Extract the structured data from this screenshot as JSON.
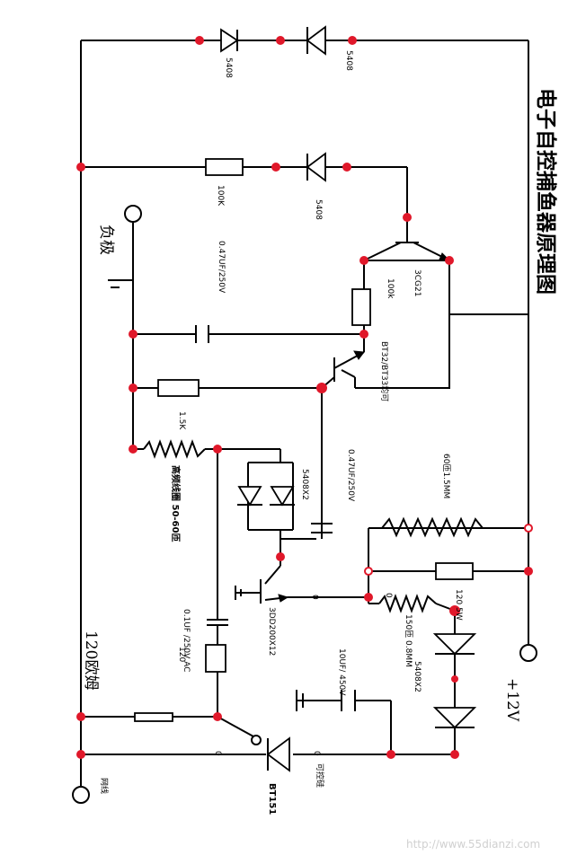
{
  "title": "电子自控捕鱼器原理图",
  "terminals": {
    "negative": "负极",
    "positive": "+12V",
    "ground_wire": "网线",
    "resistance": "120欧姆"
  },
  "components": {
    "d_top_left": "5408",
    "d_top_right": "5408",
    "r_100k_left": "100K",
    "d_mid": "5408",
    "c_047_top": "0.47UF/250V",
    "r_100k_right": "100k",
    "q_3cg21": "3CG21",
    "q_bt32": "BT32/BT33均可",
    "r_1_5k": "1.5K",
    "coil": "高频线圈 50-60匝",
    "d_pair": "5408X2",
    "c_047_mid": "0.47UF/250V",
    "coil_60": "60匝1.5MM",
    "q_3dd": "3DD200X12",
    "r_120_5w": "120 5W",
    "r_150": "150匝 0.8MM",
    "c_01": "0.1UF /250V AC",
    "r_120": "120",
    "c_10uf": "10UF/ 450V",
    "d_pair2": "5408X2",
    "scr": "BT151",
    "scr_label": "可控硅",
    "zero_a": "0",
    "zero_b": "0",
    "zero_c": "0",
    "zero_d": "0"
  },
  "watermark": "http://www.55dianzi.com"
}
